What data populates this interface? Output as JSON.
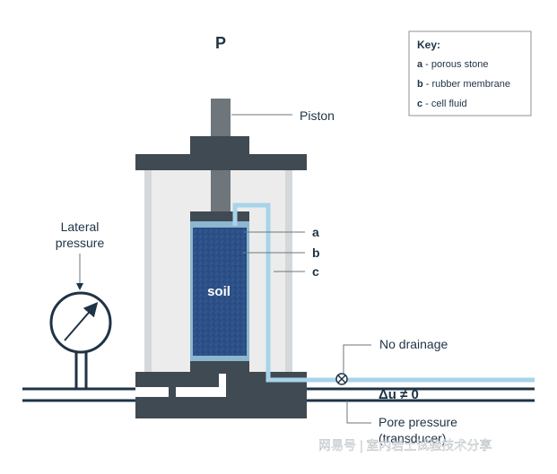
{
  "key": {
    "title": "Key:",
    "items": [
      {
        "letter": "a",
        "text": " - porous stone"
      },
      {
        "letter": "b",
        "text": " - rubber membrane"
      },
      {
        "letter": "c",
        "text": " - cell fluid"
      }
    ]
  },
  "labels": {
    "load": "P",
    "piston": "Piston",
    "lateral_line1": "Lateral",
    "lateral_line2": "pressure",
    "a": "a",
    "b": "b",
    "c": "c",
    "soil": "soil",
    "no_drainage": "No drainage",
    "delta_u": "Δu ≠ 0",
    "pore_line1": "Pore pressure",
    "pore_line2": "(transducer)"
  },
  "watermark": "网易号 | 室内岩土试验技术分享",
  "colors": {
    "navy": "#1f3346",
    "frame": "#404a52",
    "cell_wall": "#d4d8da",
    "cell_fluid": "#ececec",
    "soil": "#2b4f86",
    "membrane": "#8cb7cf",
    "drain_tube": "#a8d4ea"
  }
}
